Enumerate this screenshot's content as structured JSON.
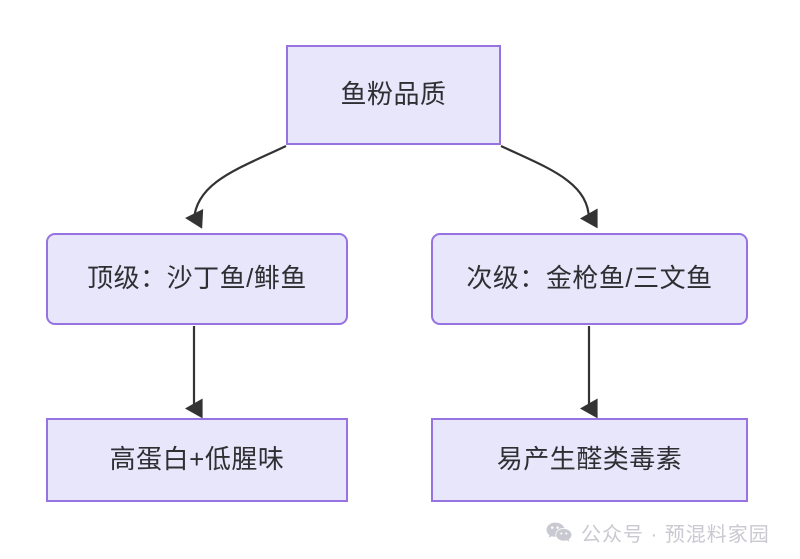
{
  "diagram": {
    "type": "flowchart",
    "direction": "top-down",
    "nodes": [
      {
        "id": "root",
        "label": "鱼粉品质",
        "shape": "rectangle",
        "level": 0
      },
      {
        "id": "top",
        "label": "顶级：沙丁鱼/鲱鱼",
        "shape": "rounded-rectangle",
        "level": 1
      },
      {
        "id": "sub",
        "label": "次级：金枪鱼/三文鱼",
        "shape": "rounded-rectangle",
        "level": 1
      },
      {
        "id": "good",
        "label": "高蛋白+低腥味",
        "shape": "rectangle",
        "level": 2
      },
      {
        "id": "bad",
        "label": "易产生醛类毒素",
        "shape": "rectangle",
        "level": 2
      }
    ],
    "edges": [
      {
        "from": "root",
        "to": "top",
        "style": "curved",
        "arrow": "triangle",
        "label": ""
      },
      {
        "from": "root",
        "to": "sub",
        "style": "curved",
        "arrow": "triangle",
        "label": ""
      },
      {
        "from": "top",
        "to": "good",
        "style": "straight",
        "arrow": "triangle",
        "label": ""
      },
      {
        "from": "sub",
        "to": "bad",
        "style": "straight",
        "arrow": "triangle",
        "label": ""
      }
    ],
    "colors": {
      "node_fill": "#e8e6fb",
      "node_border": "#9673e0",
      "node_text": "#2f2f33",
      "edge": "#333333",
      "background": "#ffffff",
      "watermark_text": "#c9c9d1"
    }
  },
  "watermark": {
    "icon": "wechat-icon",
    "text": "公众号 · 预混料家园"
  }
}
